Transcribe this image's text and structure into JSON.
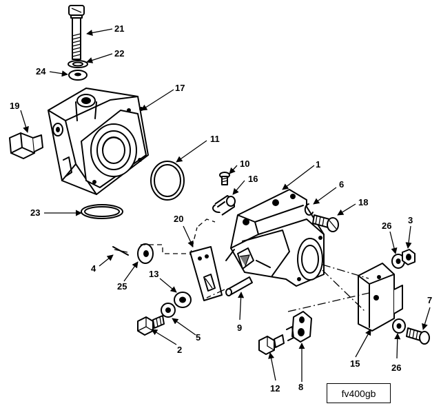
{
  "figure_id": "fv400gb",
  "callouts": {
    "c1": "1",
    "c2": "2",
    "c3": "3",
    "c4": "4",
    "c5": "5",
    "c6": "6",
    "c7": "7",
    "c8": "8",
    "c9": "9",
    "c10": "10",
    "c11": "11",
    "c12": "12",
    "c13": "13",
    "c15": "15",
    "c16": "16",
    "c17": "17",
    "c18": "18",
    "c19": "19",
    "c20": "20",
    "c21": "21",
    "c22": "22",
    "c23": "23",
    "c24": "24",
    "c25": "25",
    "c26a": "26",
    "c26b": "26"
  }
}
